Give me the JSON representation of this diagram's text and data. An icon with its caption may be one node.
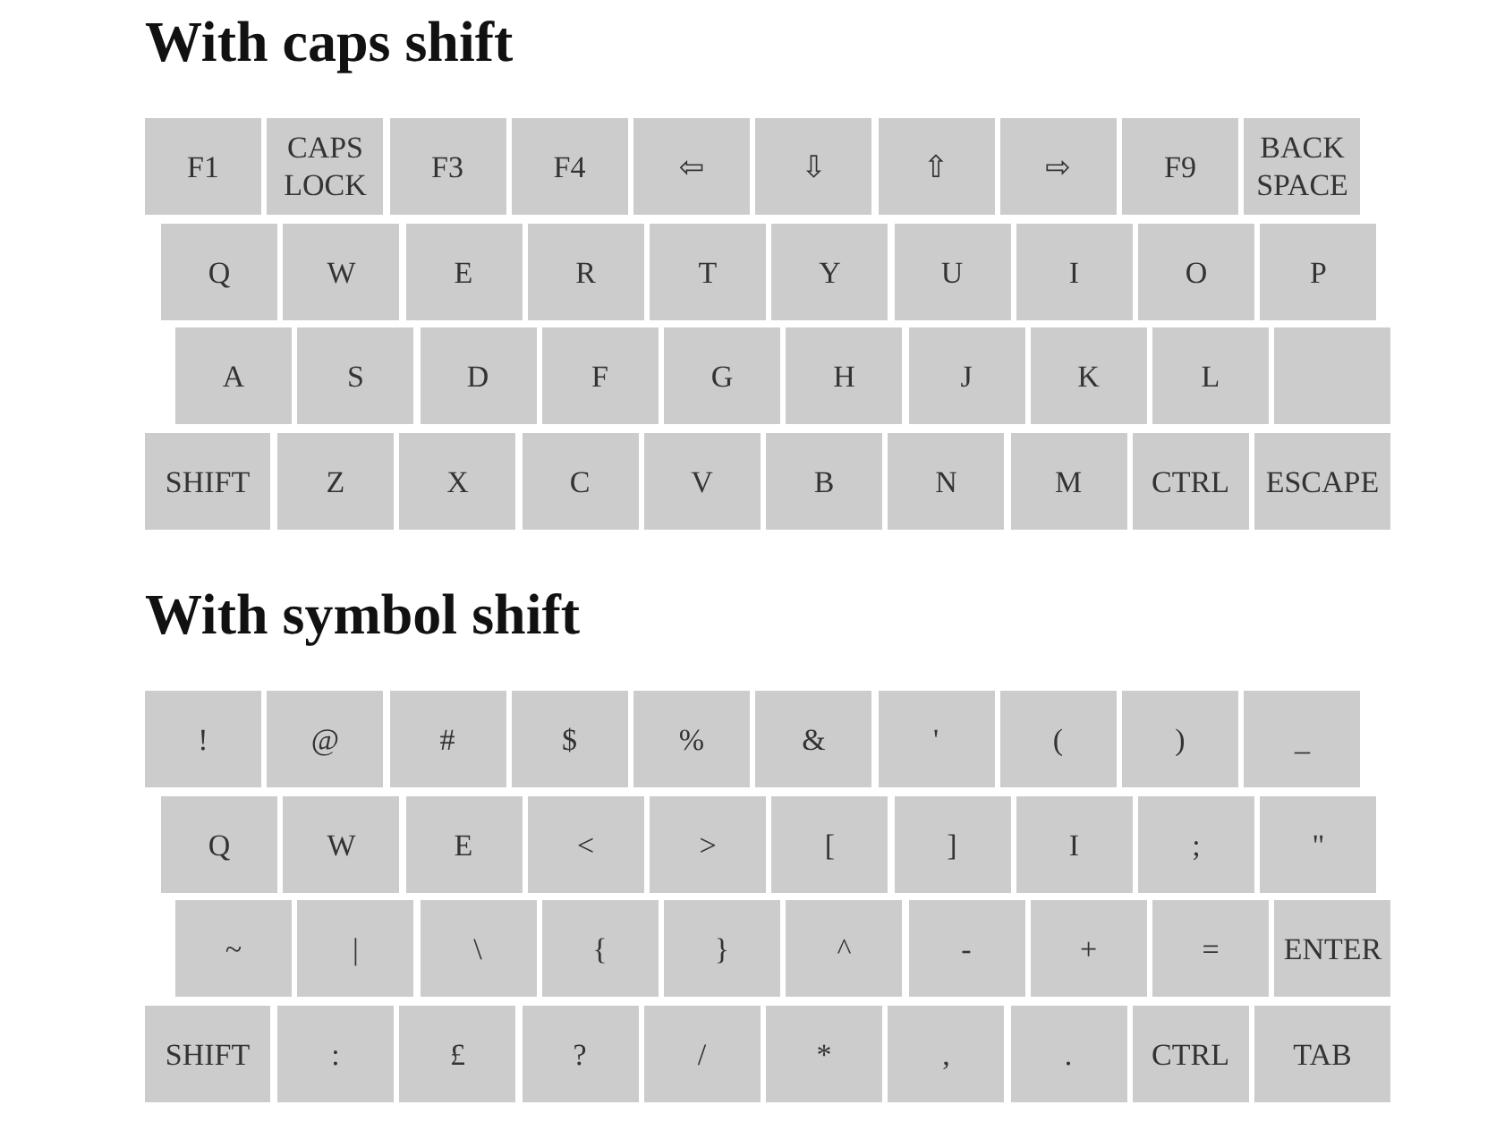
{
  "diagram": {
    "nodes": [
      {
        "text": [
          "F1"
        ]
      },
      {
        "text": [
          "CAPS LOCK"
        ]
      },
      {
        "text": [
          "F3"
        ]
      },
      {
        "text": [
          "F4"
        ]
      },
      {
        "text": [
          "⇦"
        ]
      },
      {
        "text": [
          "⇩"
        ]
      },
      {
        "text": [
          "⇧"
        ]
      },
      {
        "text": [
          "⇨"
        ]
      },
      {
        "text": [
          "F9"
        ]
      },
      {
        "text": [
          "BACK SPACE"
        ]
      },
      {
        "text": [
          "Q"
        ]
      },
      {
        "text": [
          "W"
        ]
      },
      {
        "text": [
          "E"
        ]
      },
      {
        "text": [
          "R"
        ]
      },
      {
        "text": [
          "T"
        ]
      },
      {
        "text": [
          "Y"
        ]
      },
      {
        "text": [
          "U"
        ]
      },
      {
        "text": [
          "I"
        ]
      },
      {
        "text": [
          "O"
        ]
      },
      {
        "text": [
          "P"
        ]
      },
      {
        "text": [
          "A"
        ]
      },
      {
        "text": [
          "S"
        ]
      },
      {
        "text": [
          "D"
        ]
      },
      {
        "text": [
          "F"
        ]
      },
      {
        "text": [
          "G"
        ]
      },
      {
        "text": [
          "H"
        ]
      },
      {
        "text": [
          "J"
        ]
      },
      {
        "text": [
          "K"
        ]
      },
      {
        "text": [
          "L"
        ]
      },
      {
        "text": [],
        "shape": "box"
      },
      {
        "text": [
          "SHIFT"
        ]
      },
      {
        "text": [
          "Z"
        ]
      },
      {
        "text": [
          "X"
        ]
      },
      {
        "text": [
          "C"
        ]
      },
      {
        "text": [
          "V"
        ]
      },
      {
        "text": [
          "B"
        ]
      },
      {
        "text": [
          "N"
        ]
      },
      {
        "text": [
          "M"
        ]
      },
      {
        "text": [
          "CTRL"
        ]
      },
      {
        "text": [
          "ESCAPE"
        ]
      },
      {
        "text": [
          "!"
        ]
      },
      {
        "text": [
          "@"
        ]
      },
      {
        "text": [
          "#"
        ]
      },
      {
        "text": [
          "$"
        ]
      },
      {
        "text": [
          "%"
        ]
      },
      {
        "text": [
          "&"
        ]
      },
      {
        "text": [
          "'"
        ]
      },
      {
        "text": [
          "("
        ]
      },
      {
        "text": [
          ")"
        ]
      },
      {
        "text": [
          "_"
        ]
      },
      {
        "text": [
          "Q"
        ]
      },
      {
        "text": [
          "W"
        ]
      },
      {
        "text": [
          "E"
        ]
      },
      {
        "text": [
          "<"
        ]
      },
      {
        "text": [
          ">"
        ]
      },
      {
        "text": [
          "["
        ]
      },
      {
        "text": [
          "]"
        ]
      },
      {
        "text": [
          "I"
        ]
      },
      {
        "text": [
          ";"
        ]
      },
      {
        "text": [
          "\""
        ]
      },
      {
        "text": [
          "~"
        ]
      },
      {
        "text": [
          "|"
        ]
      },
      {
        "text": [
          "\\"
        ]
      },
      {
        "text": [
          "{"
        ]
      },
      {
        "text": [
          "}"
        ]
      },
      {
        "text": [
          "^"
        ]
      },
      {
        "text": [
          "-"
        ]
      },
      {
        "text": [
          "+"
        ]
      },
      {
        "text": [
          "="
        ]
      },
      {
        "text": [
          "ENTER"
        ]
      },
      {
        "text": [
          "SHIFT"
        ]
      },
      {
        "text": [
          ":"
        ]
      },
      {
        "text": [
          "£"
        ]
      },
      {
        "text": [
          "?"
        ]
      },
      {
        "text": [
          "/"
        ]
      },
      {
        "text": [
          "*"
        ]
      },
      {
        "text": [
          ","
        ]
      },
      {
        "text": [
          "."
        ]
      },
      {
        "text": [
          "CTRL"
        ]
      },
      {
        "text": [
          "TAB"
        ]
      }
    ],
    "labels": [
      "With caps shift",
      "With symbol shift"
    ]
  }
}
